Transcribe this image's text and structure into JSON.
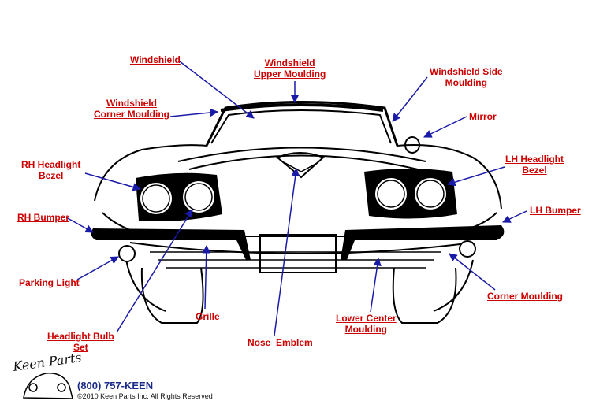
{
  "labels": {
    "windshield": "Windshield",
    "windshield_upper_1": "Windshield",
    "windshield_upper_2": "Upper Moulding",
    "windshield_side_1": "Windshield Side",
    "windshield_side_2": "Moulding",
    "windshield_corner_1": "Windshield",
    "windshield_corner_2": "Corner Moulding",
    "mirror": "Mirror",
    "rh_headlight_1": "RH Headlight",
    "rh_headlight_2": "Bezel",
    "lh_headlight_1": "LH Headlight",
    "lh_headlight_2": "Bezel",
    "rh_bumper": "RH Bumper",
    "lh_bumper": "LH Bumper",
    "parking_light": "Parking Light",
    "corner_moulding": "Corner Moulding",
    "headlight_bulb_1": "Headlight Bulb",
    "headlight_bulb_2": "Set",
    "grille": "Grille",
    "nose_emblem": "Nose  Emblem",
    "lower_center_1": "Lower Center",
    "lower_center_2": "Moulding"
  },
  "footer": {
    "logo": "Keen Parts",
    "phone": "(800) 757-KEEN",
    "copyright": "©2010 Keen Parts Inc. All Rights Reserved"
  },
  "colors": {
    "label": "#cc0000",
    "arrow": "#1a1aa8"
  }
}
